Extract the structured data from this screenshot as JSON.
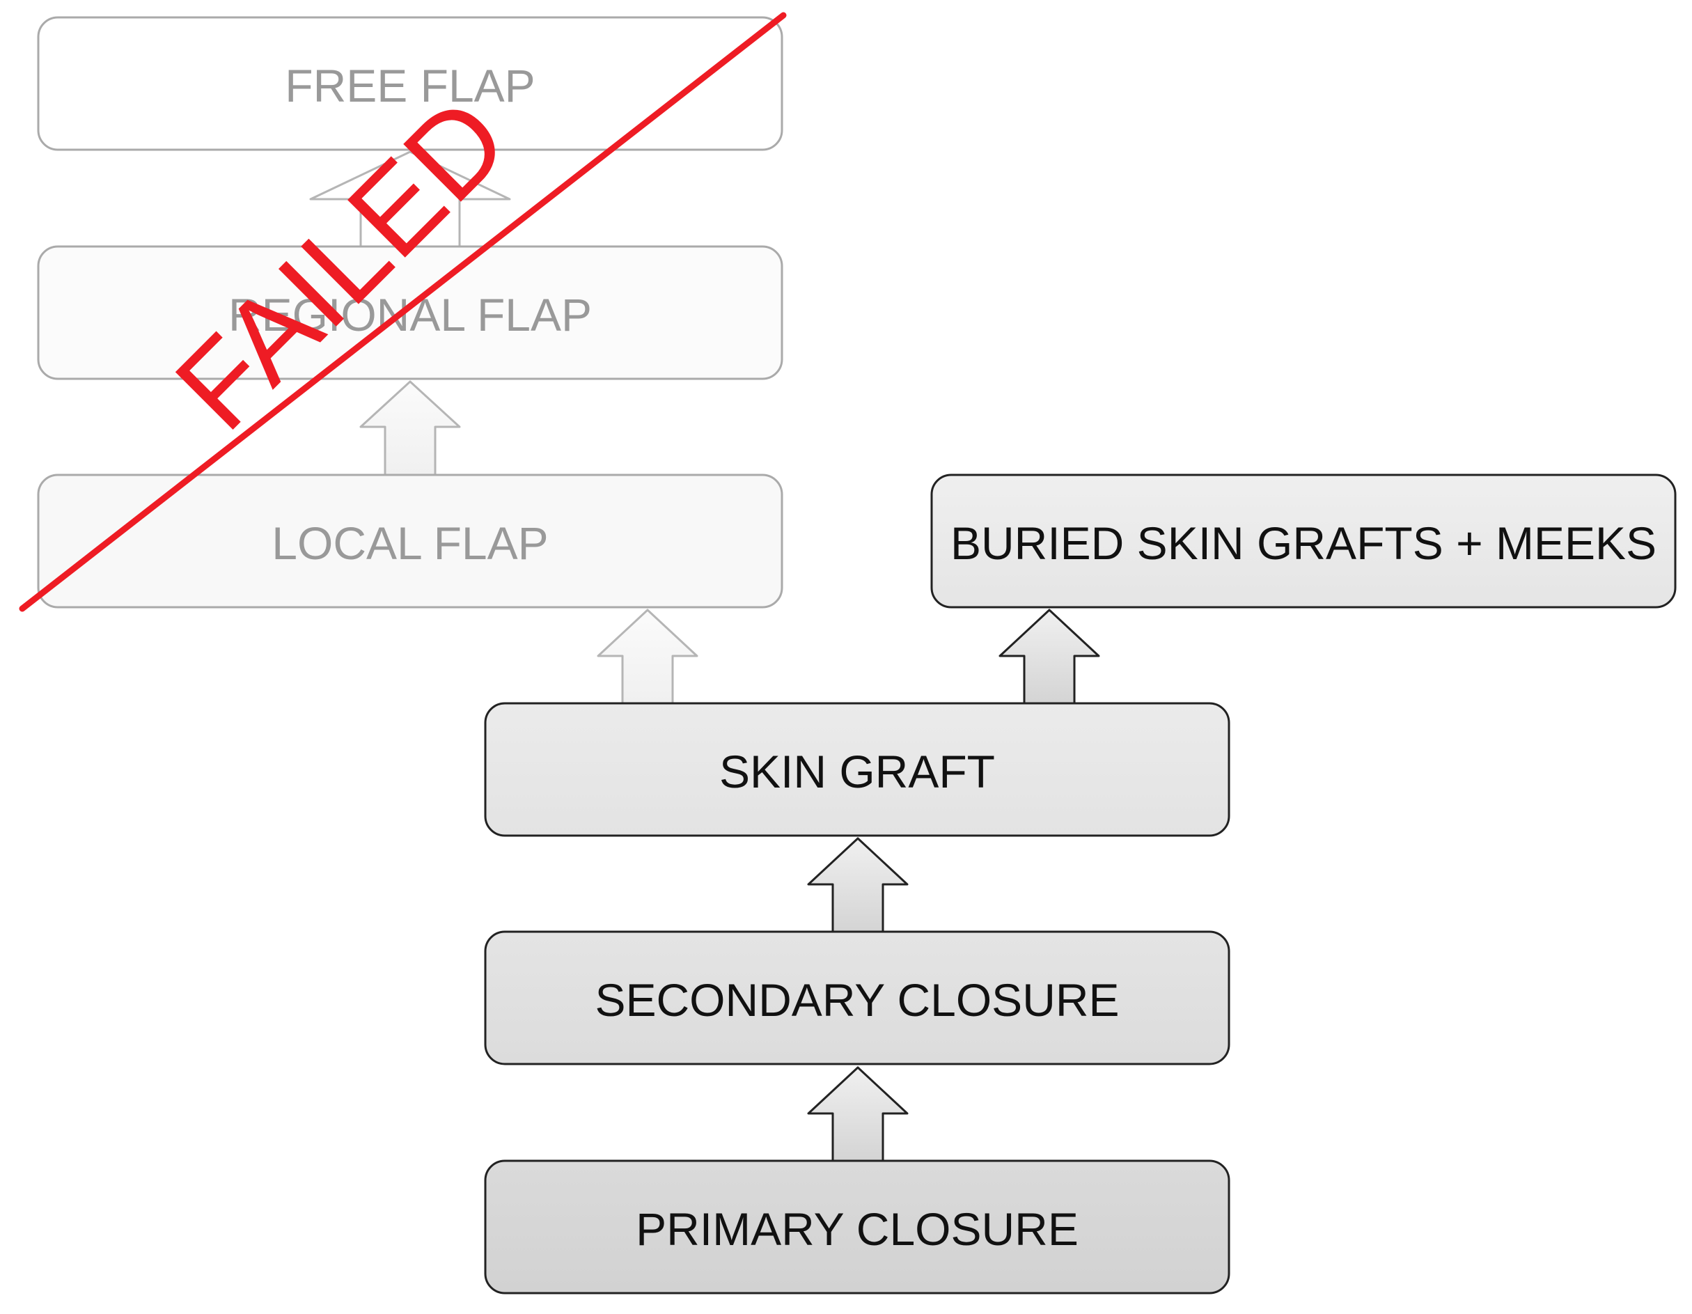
{
  "boxes": {
    "free_flap": {
      "label": "FREE FLAP"
    },
    "regional_flap": {
      "label": "REGIONAL FLAP"
    },
    "local_flap": {
      "label": "LOCAL FLAP"
    },
    "buried_skin_grafts": {
      "label": "BURIED SKIN GRAFTS + MEEKS"
    },
    "skin_graft": {
      "label": "SKIN GRAFT"
    },
    "secondary_closure": {
      "label": "SECONDARY CLOSURE"
    },
    "primary_closure": {
      "label": "PRIMARY CLOSURE"
    }
  },
  "failed_stamp": {
    "label": "FAILED",
    "color": "#ee1c24"
  },
  "colors": {
    "active_text": "#111111",
    "faded_text": "#999999",
    "active_border": "#222222",
    "faded_border": "#aaaaaa"
  }
}
